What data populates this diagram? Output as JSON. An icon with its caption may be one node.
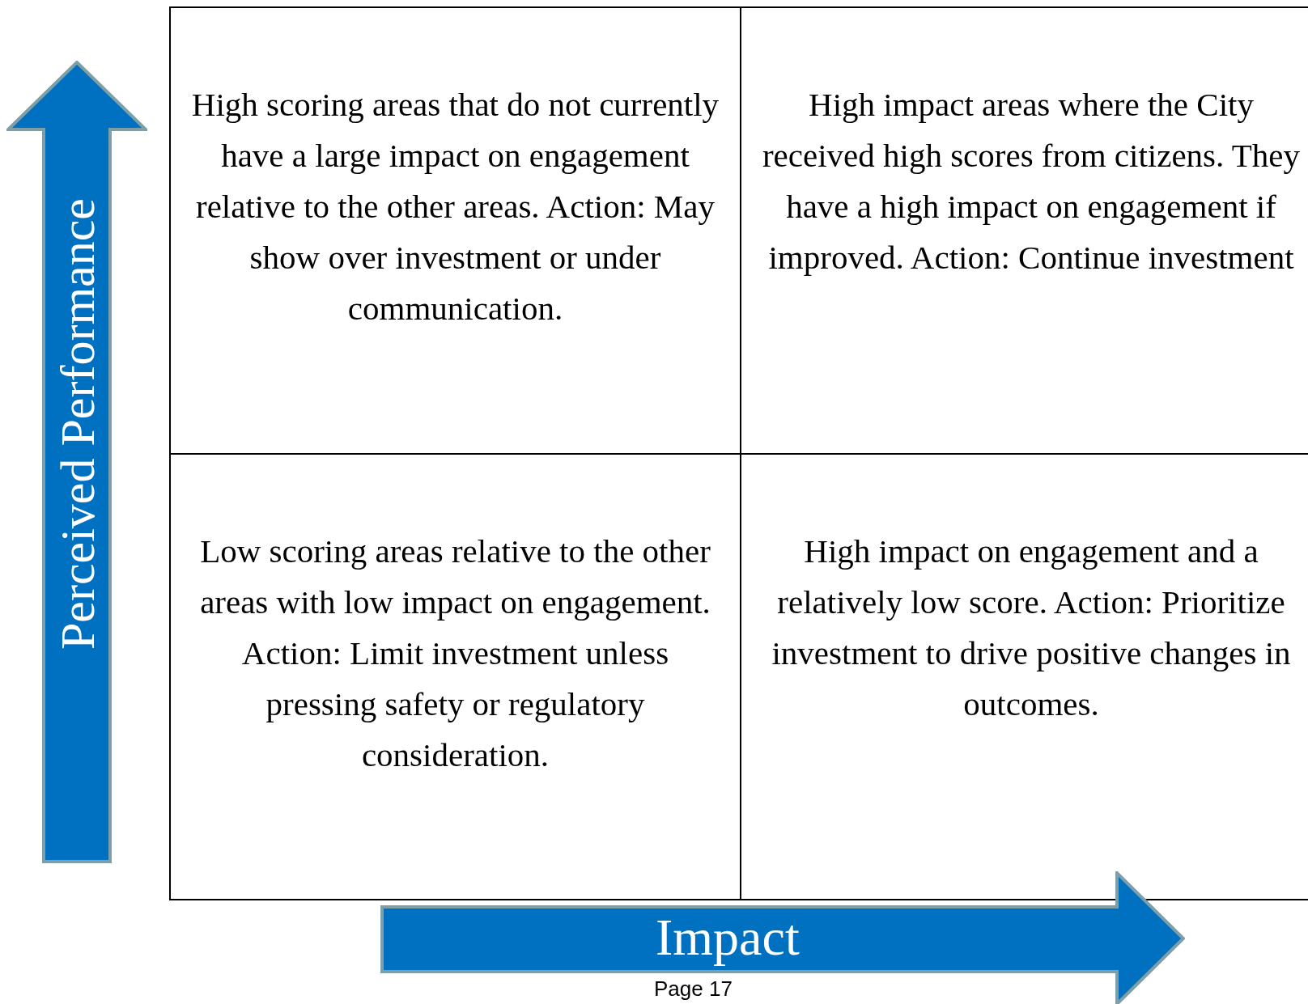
{
  "diagram": {
    "nodes": [
      {
        "text": [
          "Perceived Performance"
        ]
      },
      {
        "text": [
          "High scoring areas that do not currently have a large impact on engagement relative to the other areas.  Action: May show over investment or under communication."
        ]
      },
      {
        "text": [
          "High impact areas where the City received high scores from citizens. They have a high impact on engagement if improved.  Action: Continue investment"
        ]
      },
      {
        "text": [
          "Low scoring areas relative to the other areas with low impact on engagement.  Action: Limit investment unless pressing safety or regulatory consideration."
        ]
      },
      {
        "text": [
          "High impact on engagement and a relatively low score. Action: Prioritize investment to drive positive changes in outcomes."
        ]
      },
      {
        "text": [
          "Impact"
        ]
      }
    ],
    "edges": [],
    "labels": [
      "Page 17"
    ]
  }
}
